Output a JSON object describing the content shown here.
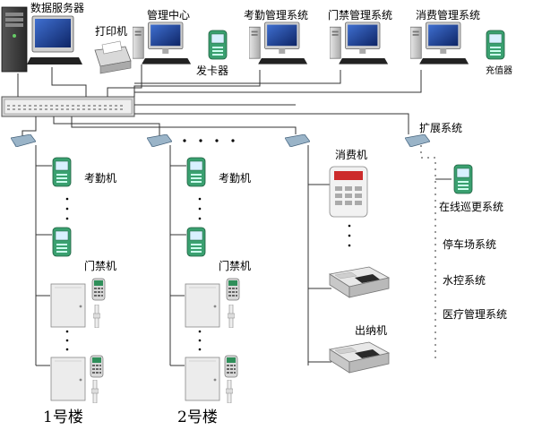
{
  "top": {
    "data_server": "数据服务器",
    "printer": "打印机",
    "management_center": "管理中心",
    "card_issuer": "发卡器",
    "attendance_system": "考勤管理系统",
    "access_system": "门禁管理系统",
    "consumption_system": "消费管理系统",
    "recharger": "充值器"
  },
  "branches": {
    "building1": {
      "attendance": "考勤机",
      "access": "门禁机",
      "name": "1号楼"
    },
    "building2": {
      "attendance": "考勤机",
      "access": "门禁机",
      "name": "2号楼"
    },
    "consumption": {
      "consumer": "消费机",
      "cashier": "出纳机"
    },
    "extension": {
      "title": "扩展系统",
      "patrol": "在线巡更系统",
      "parking": "停车场系统",
      "water": "水控系统",
      "medical": "医疗管理系统"
    }
  },
  "colors": {
    "wire": "#333333",
    "terminal_green": "#2f8f5a",
    "device_gray": "#d7d7d7",
    "screen_blue": "#1c3d8a"
  }
}
